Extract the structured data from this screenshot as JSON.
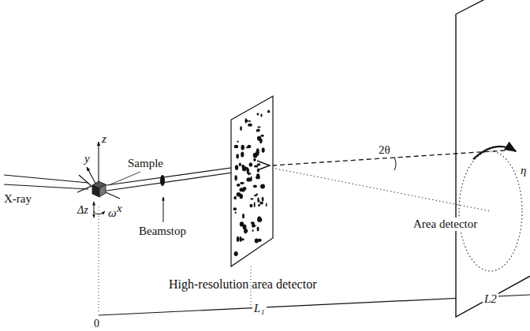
{
  "diagram": {
    "labels": [
      "X-ray",
      "z",
      "y",
      "x",
      "Sample",
      "Δz",
      "ω",
      "Beamstop",
      "High-resolution area detector",
      "2θ",
      "η",
      "Area detector",
      "0",
      "L₁",
      "L2"
    ]
  }
}
